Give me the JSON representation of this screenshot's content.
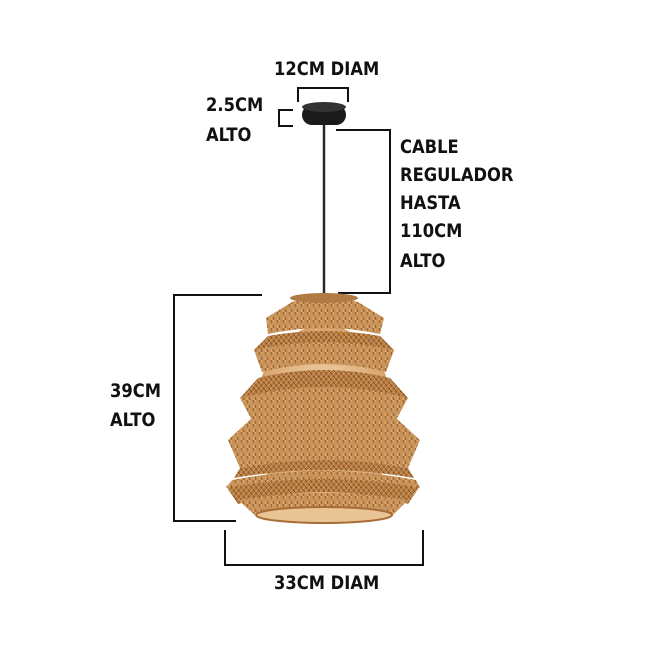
{
  "labels": {
    "top_diameter": "12CM DIAM",
    "canopy_height_line1": "2.5CM",
    "canopy_height_line2": "ALTO",
    "cable_line1": "CABLE",
    "cable_line2": "REGULADOR",
    "cable_line3": "HASTA",
    "cable_line4": "110CM",
    "cable_line5": "ALTO",
    "shade_height_line1": "39CM",
    "shade_height_line2": "ALTO",
    "bottom_diameter": "33CM DIAM"
  },
  "colors": {
    "background": "#ffffff",
    "text": "#111111",
    "dimension_lines": "#111111",
    "canopy": "#1a1a1a",
    "cable": "#2a2a2a",
    "rattan": "#c9935a",
    "rattan_dark": "#8a5a2b",
    "interior_glow": "#f6dcb6"
  }
}
